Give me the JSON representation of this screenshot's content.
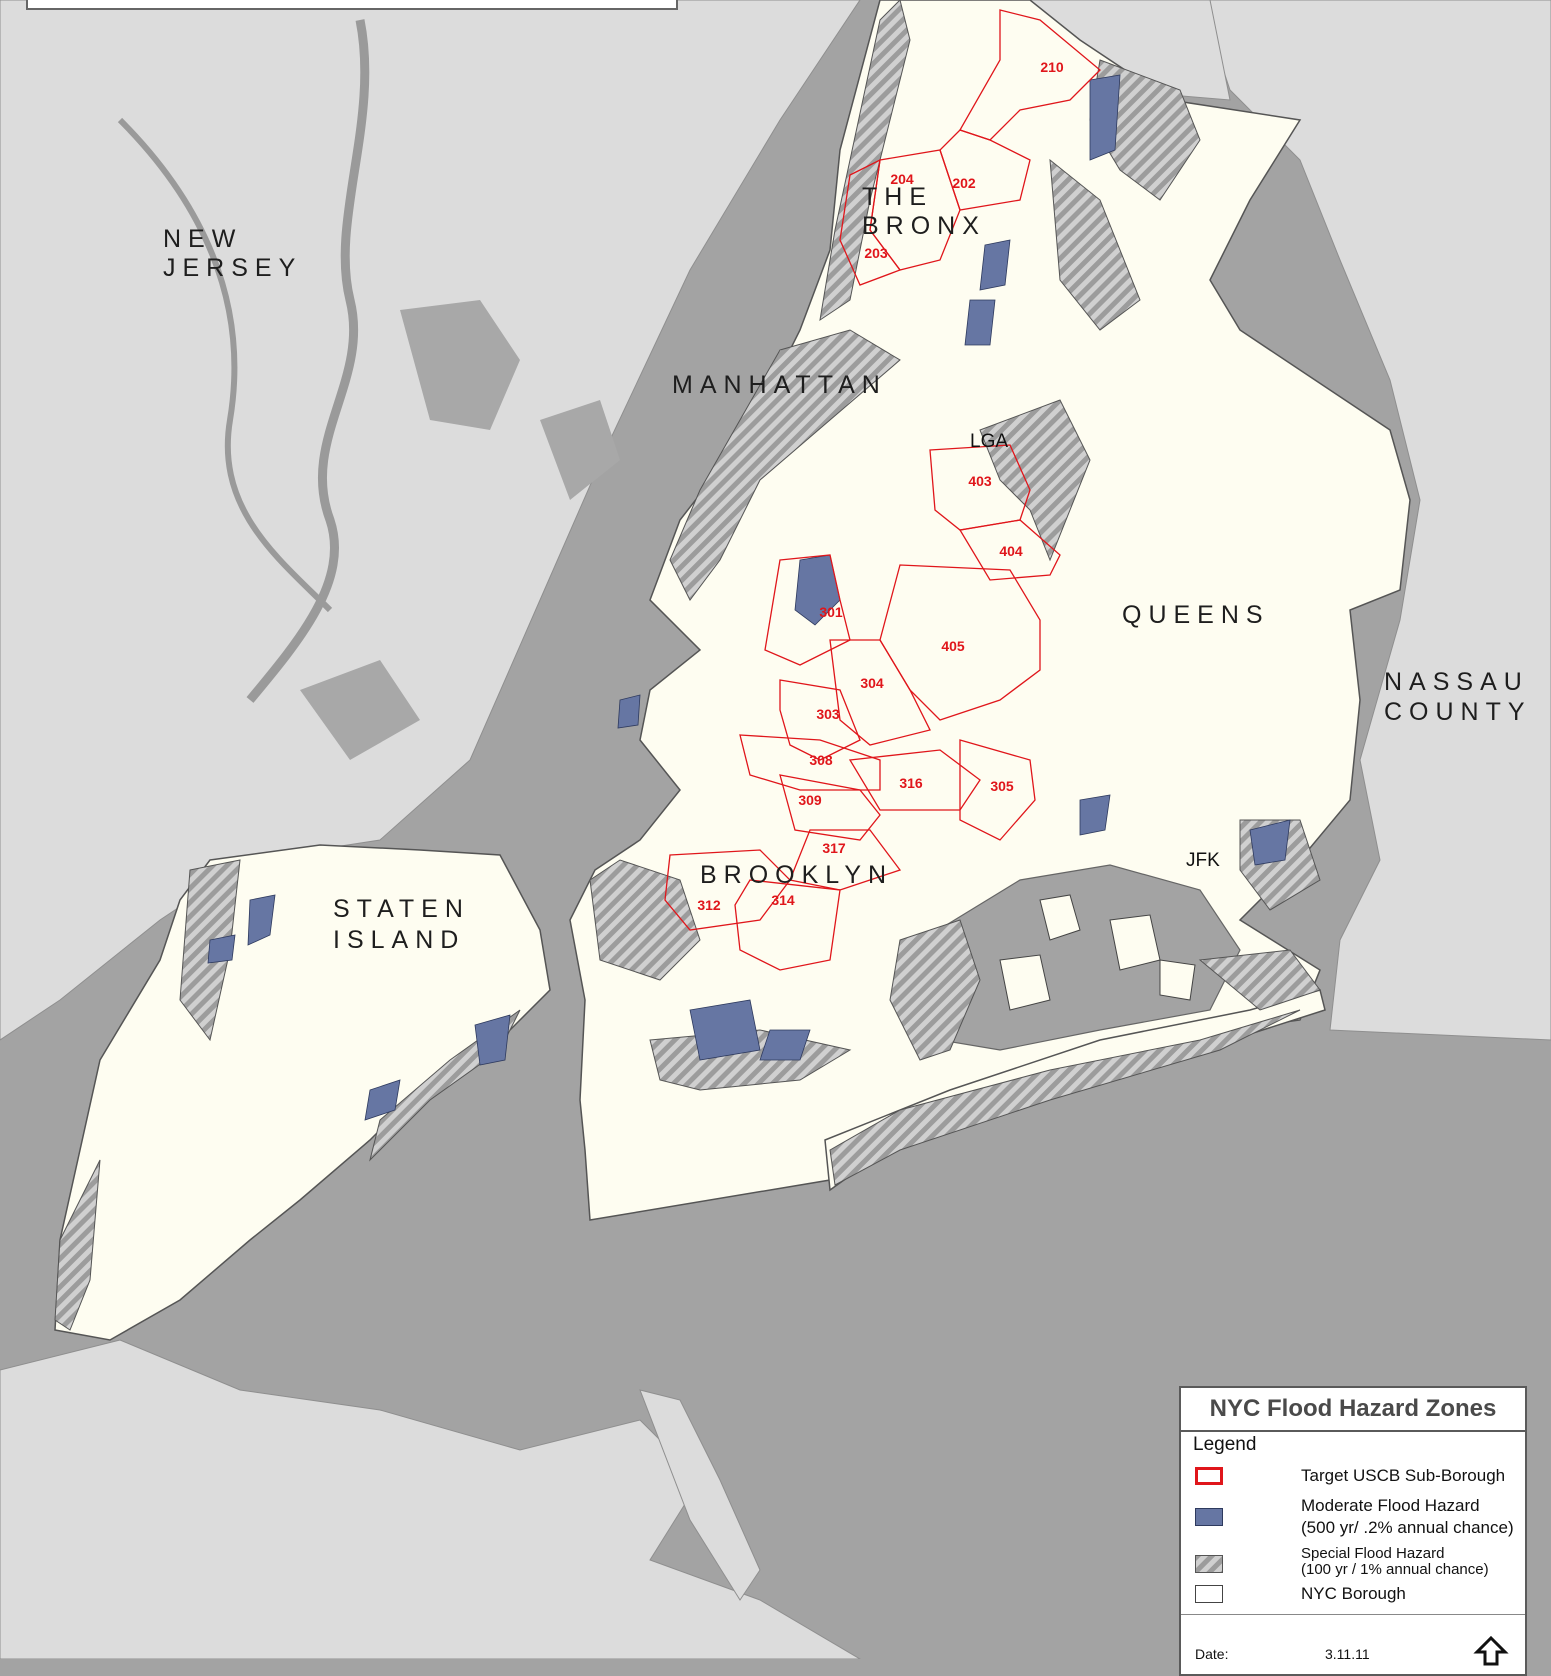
{
  "map": {
    "regions": {
      "new_jersey": [
        "NEW",
        "JERSEY"
      ],
      "staten_island": [
        "STATEN",
        "ISLAND"
      ],
      "brooklyn": "BROOKLYN",
      "queens": "QUEENS",
      "manhattan": "MANHATTAN",
      "bronx": [
        "THE",
        "BRONX"
      ],
      "nassau": [
        "NASSAU",
        "COUNTY"
      ]
    },
    "airports": {
      "lga": "LGA",
      "jfk": "JFK"
    },
    "sub_boroughs": [
      "210",
      "204",
      "202",
      "203",
      "403",
      "404",
      "301",
      "405",
      "304",
      "303",
      "308",
      "316",
      "305",
      "309",
      "317",
      "312",
      "314"
    ],
    "colors": {
      "water": "#a3a3a3",
      "land": "#fefdf1",
      "neighbor_land": "#dcdcdc",
      "moderate_flood": "#6676a3",
      "sub_borough_outline": "#e0161b"
    }
  },
  "legend": {
    "title": "NYC Flood Hazard Zones",
    "subtitle": "Legend",
    "items": [
      {
        "label": "Target USCB Sub-Borough"
      },
      {
        "label": "Moderate Flood Hazard",
        "detail": "(500 yr/ .2% annual chance)"
      },
      {
        "label": "Special Flood Hazard",
        "detail": "(100 yr / 1% annual chance)"
      },
      {
        "label": "NYC Borough"
      }
    ],
    "date_label": "Date:",
    "date_value": "3.11.11"
  }
}
